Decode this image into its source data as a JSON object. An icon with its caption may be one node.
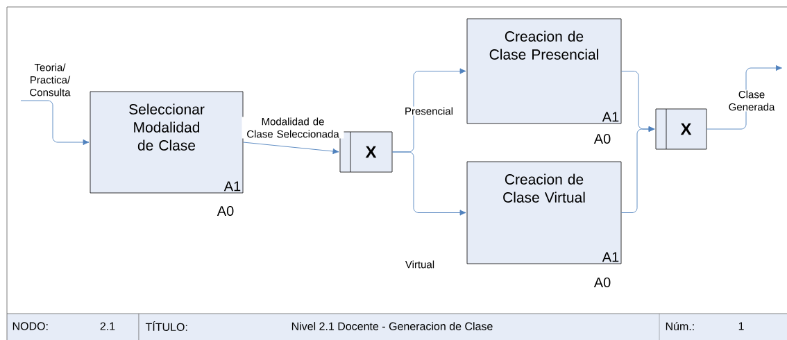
{
  "diagram": {
    "nodes": [
      {
        "text": [
          "Seleccionar Modalidad de Clase",
          "A1"
        ],
        "beside": [
          "A0"
        ]
      },
      {
        "text": [
          "X"
        ]
      },
      {
        "text": [
          "Creacion de Clase Presencial",
          "A1"
        ],
        "beside": [
          "A0"
        ]
      },
      {
        "text": [
          "Creacion de Clase Virtual",
          "A1"
        ],
        "beside": [
          "A0"
        ]
      },
      {
        "text": [
          "X"
        ]
      }
    ],
    "edges": [
      {
        "from": null,
        "to": 0,
        "arrow": "to",
        "label": "Teoria/ Practica/ Consulta"
      },
      {
        "from": 0,
        "to": 1,
        "arrow": "to",
        "label": "Modalidad de Clase Seleccionada"
      },
      {
        "from": 1,
        "to": 2,
        "arrow": "to",
        "label": "Presencial"
      },
      {
        "from": 1,
        "to": 3,
        "arrow": "to",
        "label": "Virtual"
      },
      {
        "from": 2,
        "to": 4,
        "arrow": "to"
      },
      {
        "from": 3,
        "to": 4,
        "arrow": "to"
      },
      {
        "from": 4,
        "to": null,
        "arrow": "to",
        "label": "Clase Generada"
      }
    ],
    "labels": [
      "NODO:",
      "2.1",
      "TÍTULO:",
      "Nivel 2.1 Docente - Generacion de Clase",
      "Núm.:",
      "1"
    ]
  }
}
